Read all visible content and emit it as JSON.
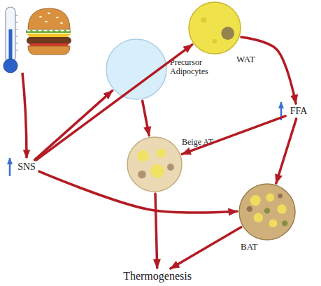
{
  "diagram": {
    "nodes": [
      {
        "text": [
          "WAT"
        ]
      },
      {
        "text": [
          "Precursor Adipocytes"
        ]
      },
      {
        "text": [
          "SNS"
        ]
      },
      {
        "text": [
          "FFA"
        ]
      },
      {
        "text": [
          "Beige AT"
        ]
      },
      {
        "text": [
          "BAT"
        ]
      },
      {
        "text": [
          "Thermogenesis"
        ]
      }
    ],
    "edges": [
      {
        "from": 2,
        "to": 0,
        "arrow": "to"
      },
      {
        "from": 2,
        "to": 1,
        "arrow": "to"
      },
      {
        "from": 1,
        "to": 4,
        "arrow": "to"
      },
      {
        "from": 2,
        "to": 5,
        "arrow": "to"
      },
      {
        "from": 0,
        "to": 3,
        "arrow": "to"
      },
      {
        "from": 3,
        "to": 4,
        "arrow": "to"
      },
      {
        "from": 3,
        "to": 5,
        "arrow": "to"
      },
      {
        "from": 4,
        "to": 6,
        "arrow": "to"
      },
      {
        "from": 5,
        "to": 6,
        "arrow": "to"
      }
    ]
  }
}
